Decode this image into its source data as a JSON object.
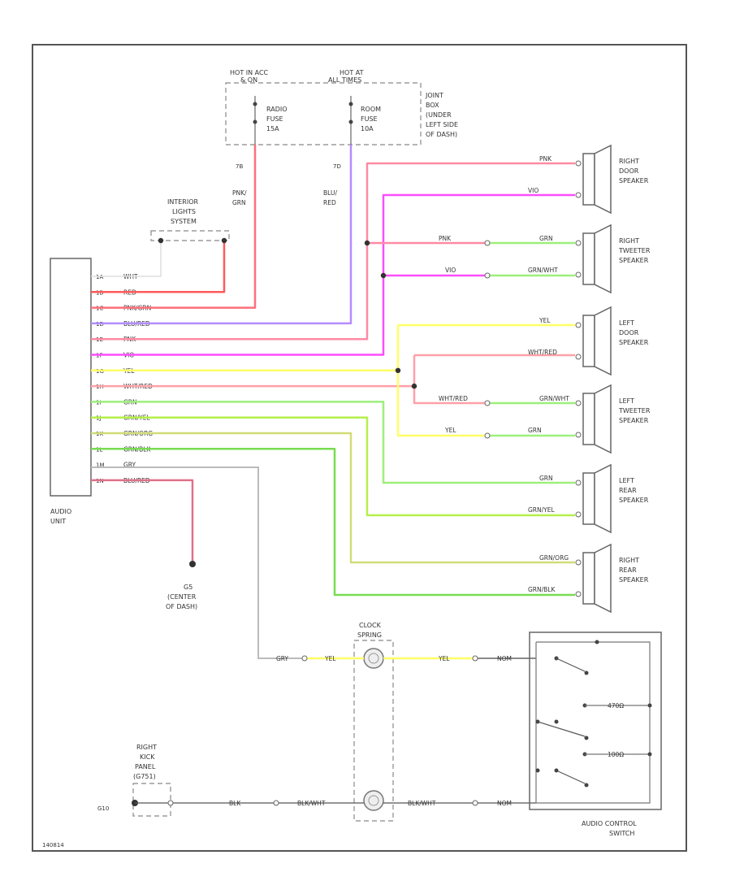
{
  "power": {
    "hot_left": [
      "HOT IN ACC",
      "& ON"
    ],
    "hot_right": [
      "HOT AT",
      "ALL TIMES"
    ],
    "fuse_left": [
      "RADIO",
      "FUSE",
      "15A"
    ],
    "fuse_right": [
      "ROOM",
      "FUSE",
      "10A"
    ],
    "junction_box": [
      "JOINT",
      "BOX",
      "(UNDER",
      "LEFT SIDE",
      "OF DASH)"
    ],
    "pin_left": "7B",
    "pin_right": "7D",
    "wire_left": [
      "PNK/",
      "GRN"
    ],
    "wire_right": [
      "BLU/",
      "RED"
    ]
  },
  "interior_lights": [
    "INTERIOR",
    "LIGHTS",
    "SYSTEM"
  ],
  "audio_unit": {
    "label": [
      "AUDIO",
      "UNIT"
    ],
    "wires": [
      {
        "pin": "1A",
        "label": "WHT",
        "color": "#dddddd"
      },
      {
        "pin": "1B",
        "label": "RED",
        "color": "#ff5a5a"
      },
      {
        "pin": "1C",
        "label": "PNK/GRN",
        "color": "#ff6f7c"
      },
      {
        "pin": "1D",
        "label": "BLU/RED",
        "color": "#b48cff"
      },
      {
        "pin": "1E",
        "label": "PNK",
        "color": "#ff8aa4"
      },
      {
        "pin": "1F",
        "label": "VIO",
        "color": "#ff4cff"
      },
      {
        "pin": "1G",
        "label": "YEL",
        "color": "#ffff66"
      },
      {
        "pin": "1H",
        "label": "WHT/RED",
        "color": "#ffa0a8"
      },
      {
        "pin": "1I",
        "label": "GRN",
        "color": "#9cf07a"
      },
      {
        "pin": "1J",
        "label": "GRN/YEL",
        "color": "#b6f04a"
      },
      {
        "pin": "1K",
        "label": "GRN/ORG",
        "color": "#d2dc78"
      },
      {
        "pin": "1L",
        "label": "GRN/BLK",
        "color": "#78dc50"
      },
      {
        "pin": "1M",
        "label": "GRY",
        "color": "#bbbbbb"
      },
      {
        "pin": "1N",
        "label": "BLU/RED",
        "color": "#e07088"
      }
    ]
  },
  "ground": [
    "G5",
    "(CENTER",
    "OF DASH)"
  ],
  "speakers": [
    {
      "name": [
        "RIGHT",
        "DOOR",
        "SPEAKER"
      ],
      "top": "PNK",
      "bottom": "VIO"
    },
    {
      "name": [
        "RIGHT",
        "TWEETER",
        "SPEAKER"
      ],
      "top": "GRN",
      "bottom": "GRN/WHT",
      "feed_top": "PNK",
      "feed_bottom": "VIO"
    },
    {
      "name": [
        "LEFT",
        "DOOR",
        "SPEAKER"
      ],
      "top": "YEL",
      "bottom": "WHT/RED"
    },
    {
      "name": [
        "LEFT",
        "TWEETER",
        "SPEAKER"
      ],
      "top": "GRN/WHT",
      "bottom": "GRN",
      "feed_top": "WHT/RED",
      "feed_bottom": "YEL"
    },
    {
      "name": [
        "LEFT",
        "REAR",
        "SPEAKER"
      ],
      "top": "GRN",
      "bottom": "GRN/YEL"
    },
    {
      "name": [
        "RIGHT",
        "REAR",
        "SPEAKER"
      ],
      "top": "GRN/ORG",
      "bottom": "GRN/BLK"
    }
  ],
  "clock_spring": {
    "label": [
      "CLOCK",
      "SPRING"
    ]
  },
  "control_circuit": {
    "gry": "GRY",
    "yel_left": "YEL",
    "yel_right": "YEL",
    "sw_top": "NOM",
    "kick_panel": [
      "RIGHT",
      "KICK",
      "PANEL",
      "(G751)"
    ],
    "ground_id": "G10",
    "blk": "BLK",
    "blk_wht_left": "BLK/WHT",
    "blk_wht_right": "BLK/WHT",
    "sw_bottom": "NOM",
    "res_1": "470Ω",
    "res_2": "100Ω"
  },
  "audio_control_switch": [
    "AUDIO CONTROL",
    "SWITCH"
  ],
  "figure_code": "140814"
}
